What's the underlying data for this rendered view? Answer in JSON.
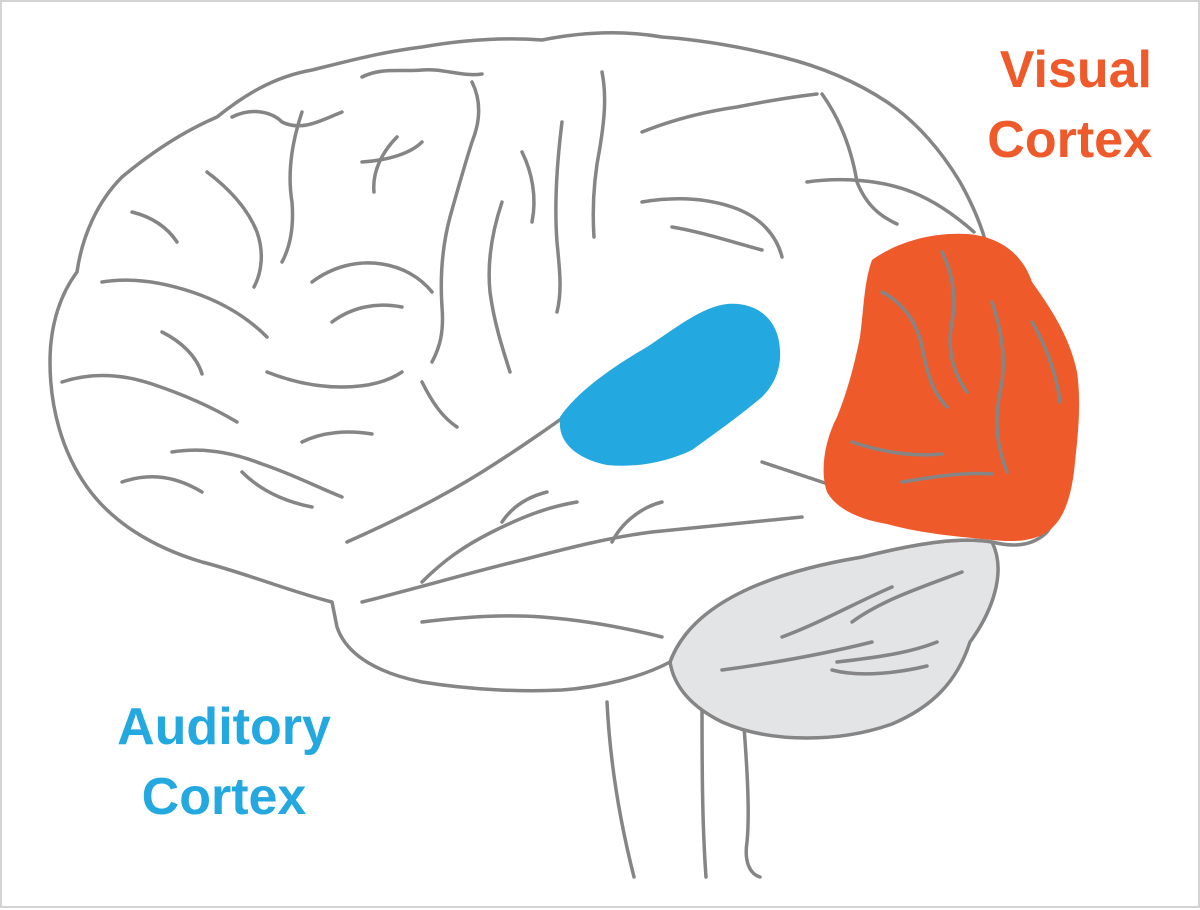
{
  "labels": {
    "visual": {
      "line1": "Visual",
      "line2": "Cortex"
    },
    "auditory": {
      "line1": "Auditory",
      "line2": "Cortex"
    }
  },
  "colors": {
    "visual": "#ef5a2b",
    "auditory": "#24a8e0",
    "outline": "#858585",
    "cerebellum": "#e3e4e6",
    "brain_fill": "#ffffff",
    "frame_border": "#d4d4d4"
  }
}
